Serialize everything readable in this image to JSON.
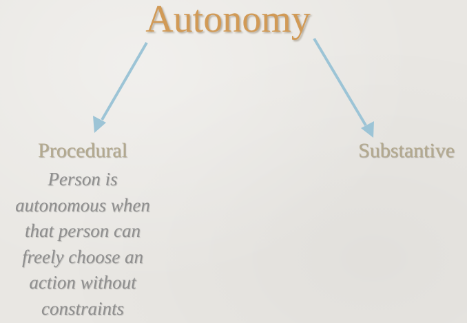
{
  "diagram": {
    "title": "Autonomy",
    "branches": [
      {
        "label": "Procedural",
        "description": "Person is autonomous when that person can freely choose an action without constraints",
        "description_lines": [
          "Person is",
          "autonomous when",
          "that person can",
          "freely choose an",
          "action without",
          "constraints"
        ]
      },
      {
        "label": "Substantive"
      }
    ],
    "arrows": [
      {
        "from": "Autonomy",
        "to": "Procedural",
        "color": "#9cc4d6"
      },
      {
        "from": "Autonomy",
        "to": "Substantive",
        "color": "#9cc4d6"
      }
    ],
    "colors": {
      "title": "#d19a56",
      "branch_label": "#b3a98e",
      "description": "#8e8e8e",
      "background": "#e9e7e3"
    }
  }
}
